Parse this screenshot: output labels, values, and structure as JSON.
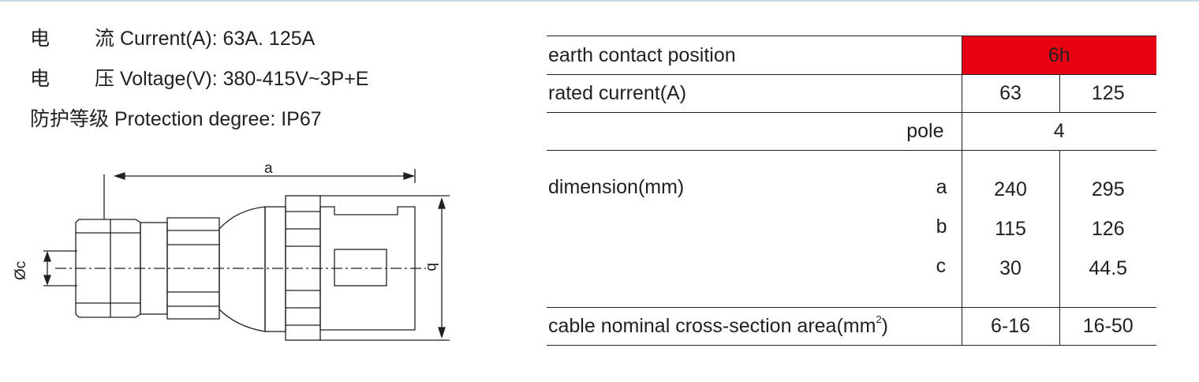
{
  "specs": {
    "current": {
      "cn_a": "电",
      "cn_b": "流",
      "text": "Current(A): 63A. 125A"
    },
    "voltage": {
      "cn_a": "电",
      "cn_b": "压",
      "text": "Voltage(V): 380-415V~3P+E"
    },
    "protection": {
      "cn": "防护等级",
      "text": "Protection degree: IP67"
    }
  },
  "drawing": {
    "dim_a": "a",
    "dim_b": "b",
    "dim_c": "Øc"
  },
  "table": {
    "earth_label": "earth contact position",
    "earth_value": "6h",
    "highlight_color": "#e60012",
    "rated_label": "rated current(A)",
    "rated_values": [
      "63",
      "125"
    ],
    "pole_label": "pole",
    "pole_value": "4",
    "dimension_label": "dimension(mm)",
    "dimension_keys": [
      "a",
      "b",
      "c"
    ],
    "dimension_col1": [
      "240",
      "115",
      "30"
    ],
    "dimension_col2": [
      "295",
      "126",
      "44.5"
    ],
    "cable_label": "cable nominal cross-section area(mm",
    "cable_sup": "2",
    "cable_label_end": ")",
    "cable_values": [
      "6-16",
      "16-50"
    ]
  }
}
